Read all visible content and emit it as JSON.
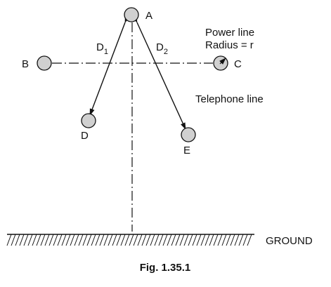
{
  "labels": {
    "A": "A",
    "B": "B",
    "C": "C",
    "D": "D",
    "E": "E",
    "d1_main": "D",
    "d1_sub": "1",
    "d2_main": "D",
    "d2_sub": "2",
    "power_line": "Power line",
    "radius": "Radius = r",
    "telephone_line": "Telephone line",
    "ground": "GROUND"
  },
  "caption": "Fig. 1.35.1"
}
